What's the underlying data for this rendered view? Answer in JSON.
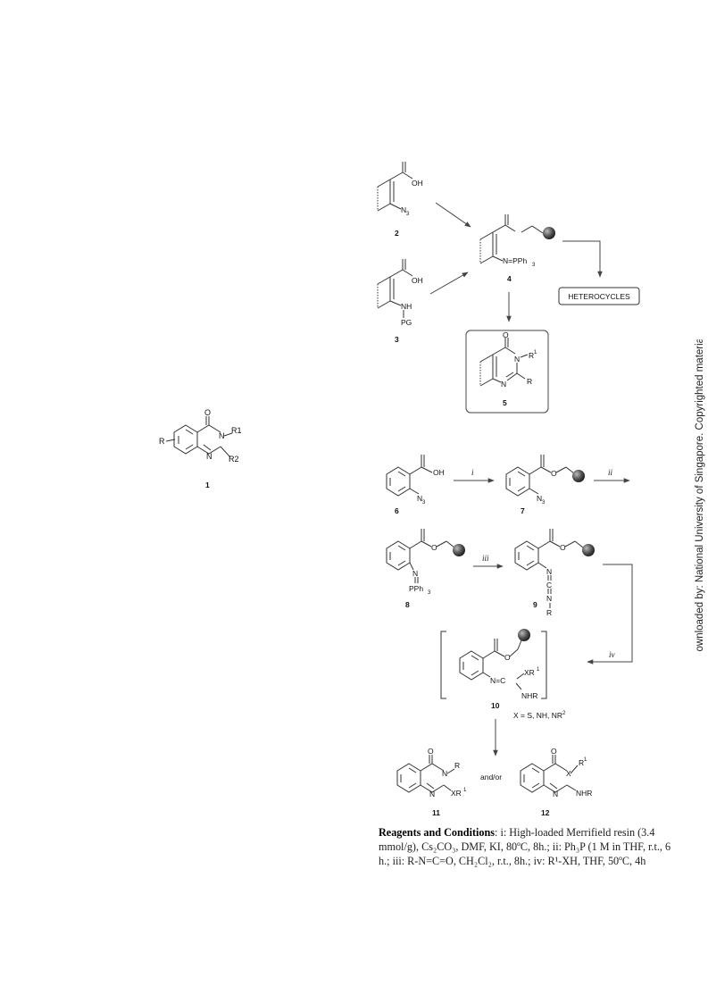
{
  "watermark": "Downloaded by: National University of Singapore. Copyrighted material.",
  "compound1": {
    "number": "1",
    "atoms": {
      "R": "R",
      "O": "O",
      "N3": "N",
      "R1": "R1",
      "N1": "N",
      "R2": "R2"
    }
  },
  "scheme1": {
    "c2": {
      "number": "2",
      "OH": "OH",
      "N3": "N",
      "N3sub": "3"
    },
    "c3": {
      "number": "3",
      "OH": "OH",
      "NH": "NH",
      "PG": "PG"
    },
    "c4": {
      "number": "4",
      "ylide": "N=PPh",
      "ylidesub": "3"
    },
    "c5": {
      "number": "5",
      "O": "O",
      "N": "N",
      "R": "R",
      "R1sup": "1",
      "N2": "N",
      "R2": "R"
    },
    "heterocycles": "HETEROCYCLES"
  },
  "scheme2": {
    "c6": {
      "number": "6",
      "OH": "OH",
      "N3": "N",
      "N3sub": "3"
    },
    "c7": {
      "number": "7",
      "N3": "N",
      "N3sub": "3"
    },
    "c8": {
      "number": "8",
      "N": "N",
      "PPh3": "PPh",
      "PPh3sub": "3"
    },
    "c9": {
      "number": "9",
      "N": "N",
      "C": "C",
      "N2": "N",
      "R": "R"
    },
    "c10": {
      "number": "10",
      "NC": "N=C",
      "XR": "XR",
      "XRsup": "1",
      "NHR": "NHR"
    },
    "c11": {
      "number": "11",
      "O": "O",
      "N": "N",
      "R": "R",
      "N2": "N",
      "XR": "XR",
      "XRsup": "1"
    },
    "c12": {
      "number": "12",
      "O": "O",
      "X": "X",
      "R": "R",
      "Rsup": "1",
      "N2": "N",
      "NHR": "NHR"
    },
    "steps": {
      "i": "i",
      "ii": "ii",
      "iii": "iii",
      "iv": "iv"
    },
    "xlabel": "X = S, NH, NR",
    "xlabelsup": "2",
    "andor": "and/or"
  },
  "caption": {
    "heading": "Reagents and Conditions",
    "body": ": i: High-loaded Merrifield resin (3.4 mmol/g), Cs₂CO₃, DMF, KI, 80ºC, 8h.; ii: Ph₃P (1 M in THF, r.t., 6 h.; iii: R-N=C=O, CH₂Cl₂, r.t., 8h.; iv: R¹-XH, THF, 50ºC, 4h"
  }
}
